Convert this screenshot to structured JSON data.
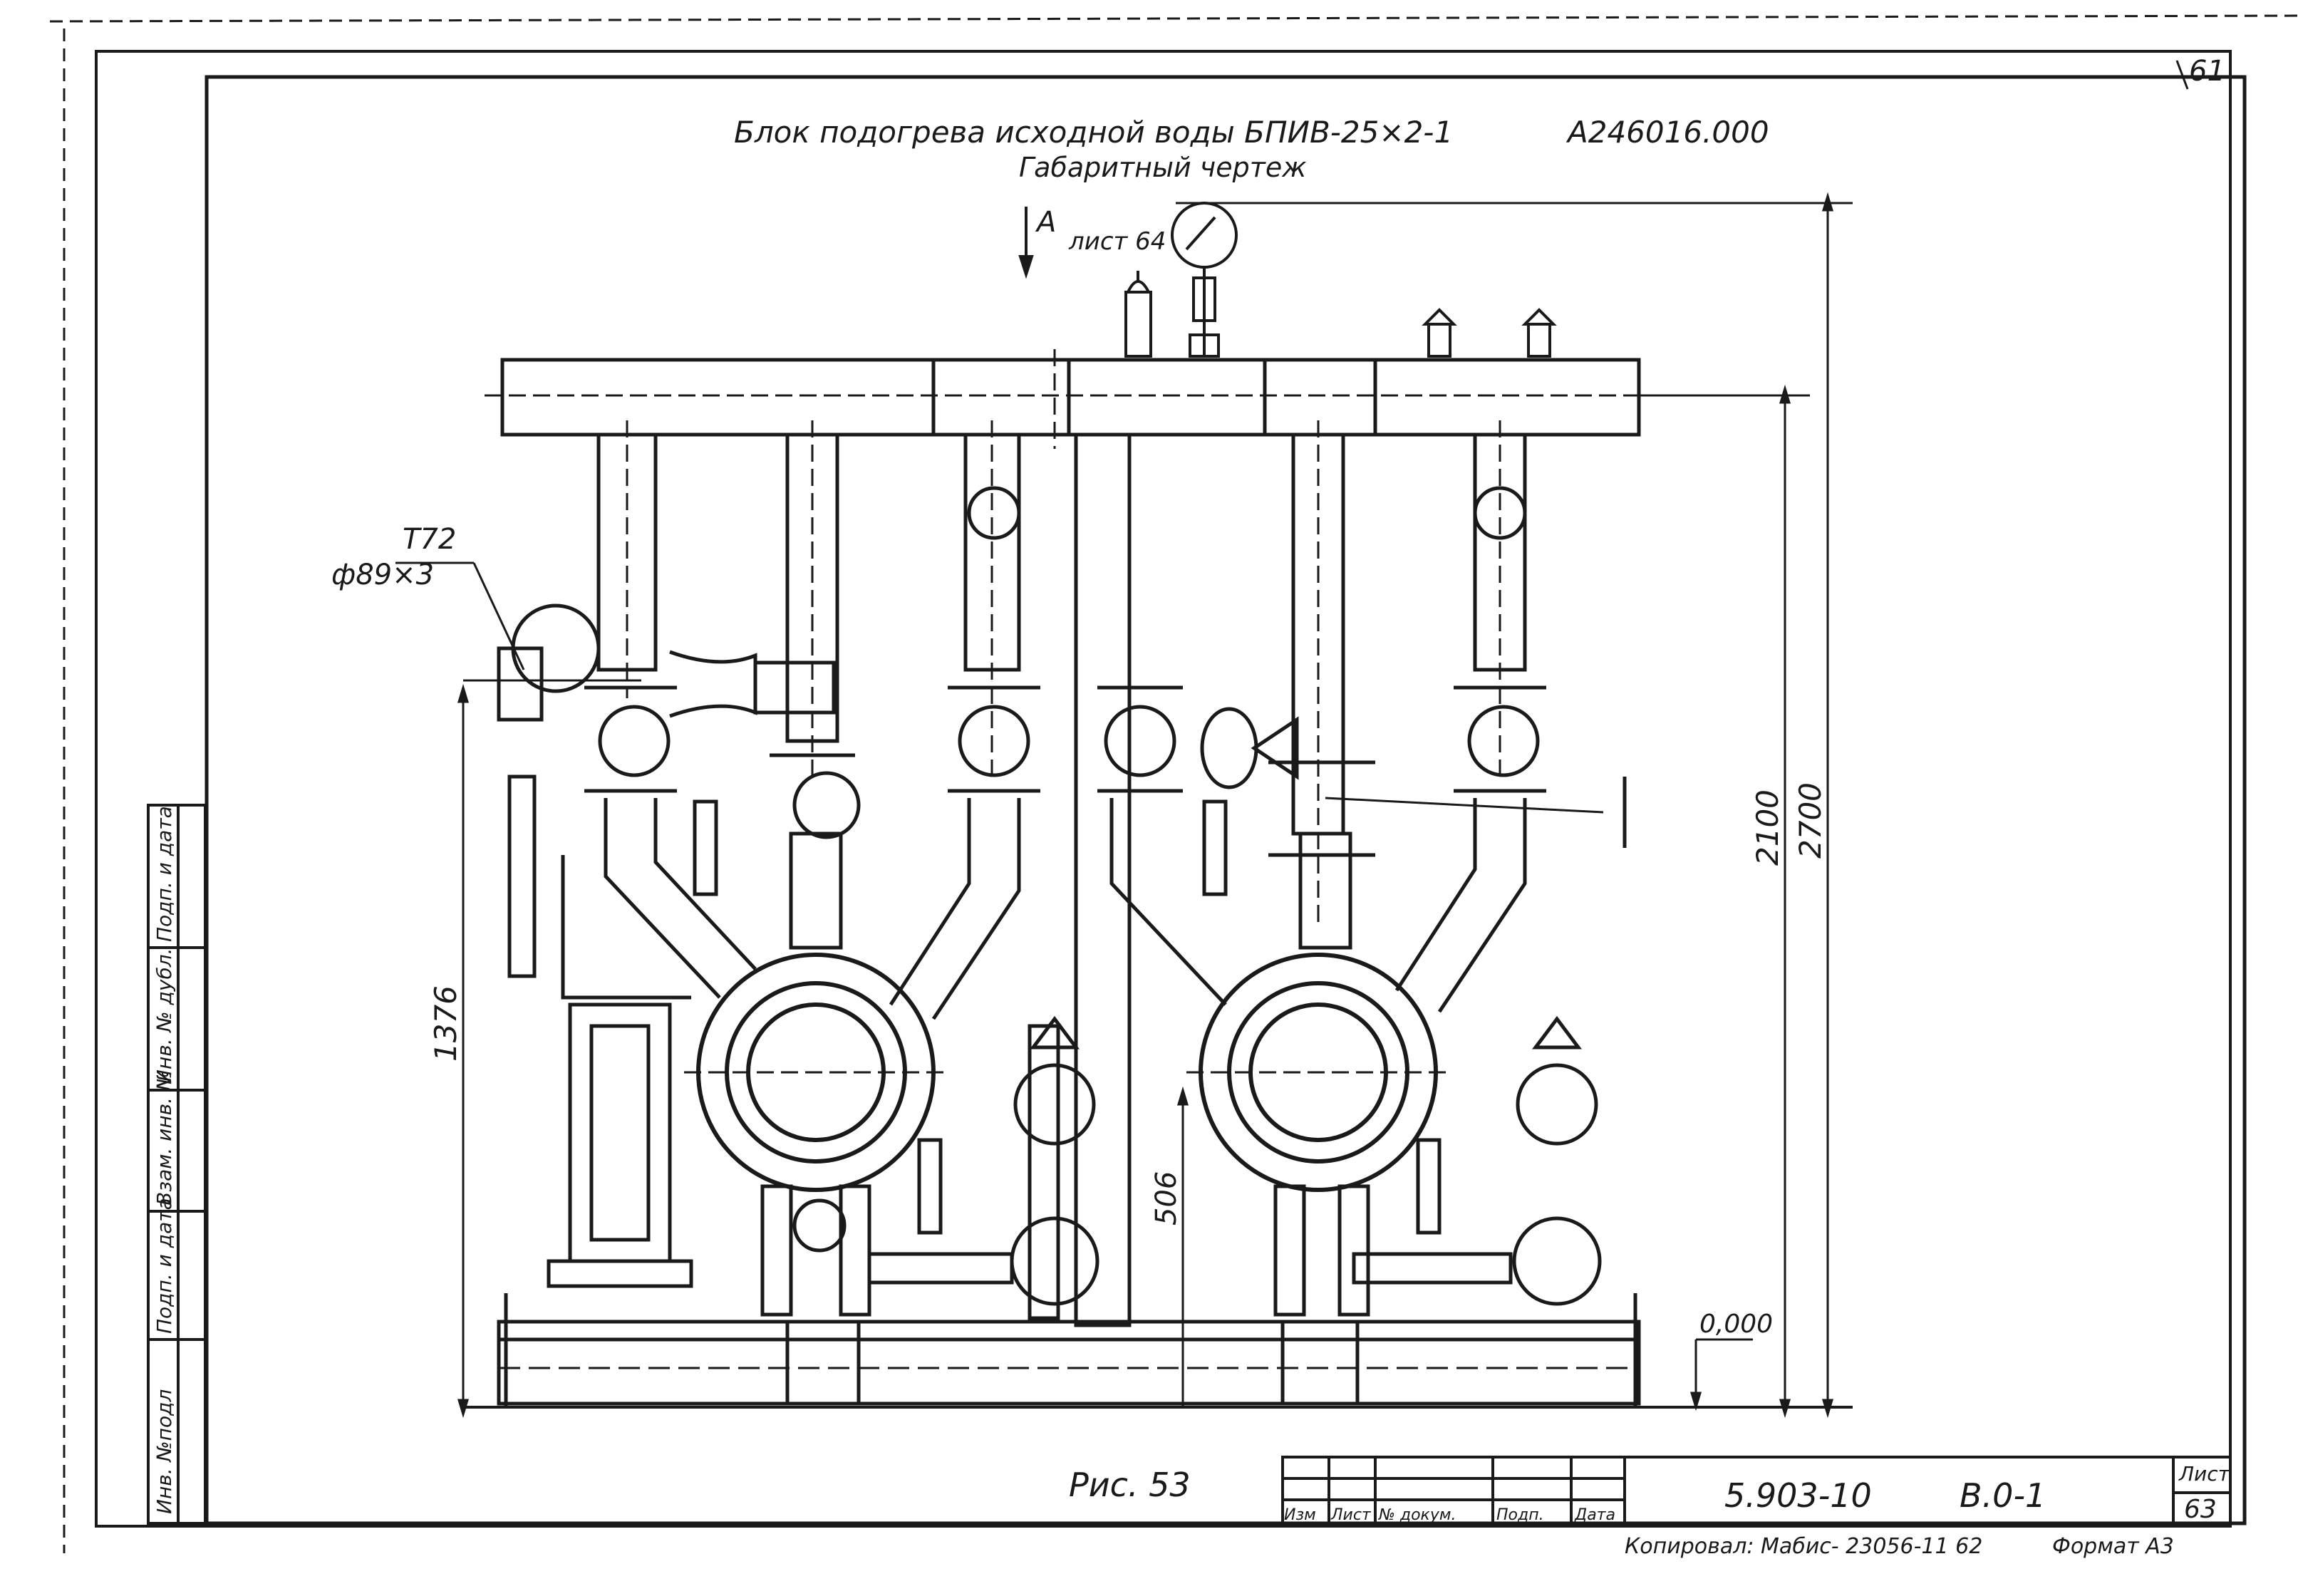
{
  "sheet": {
    "page_number_top": "61",
    "title_line1": "Блок подогрева исходной воды БПИВ-25×2-1",
    "drawing_code": "А246016.000",
    "title_line2": "Габаритный чертеж",
    "view_label": "А",
    "view_ref": "лист 64",
    "callout_code": "Т72",
    "callout_size": "ф89×3",
    "dimensions": {
      "d1376": "1376",
      "d506": "506",
      "d2100": "2100",
      "d2700": "2700",
      "level": "0,000"
    },
    "figure_caption": "Рис. 53"
  },
  "left_stamp": [
    "Инв. №подл",
    "Подп. и дата",
    "Взам. инв. №",
    "Инв. № дубл.",
    "Подп. и дата"
  ],
  "title_block": {
    "headers": [
      "Изм",
      "Лист",
      "№ докум.",
      "Подп.",
      "Дата"
    ],
    "document_code": "5.903-10",
    "section": "В.0-1",
    "sheet_label": "Лист",
    "sheet_number": "63"
  },
  "footer": {
    "copied_by": "Копировал: Мабис- 23056-11 62",
    "format": "Формат А3"
  },
  "colors": {
    "ink": "#1a1a1a",
    "paper": "#ffffff"
  }
}
